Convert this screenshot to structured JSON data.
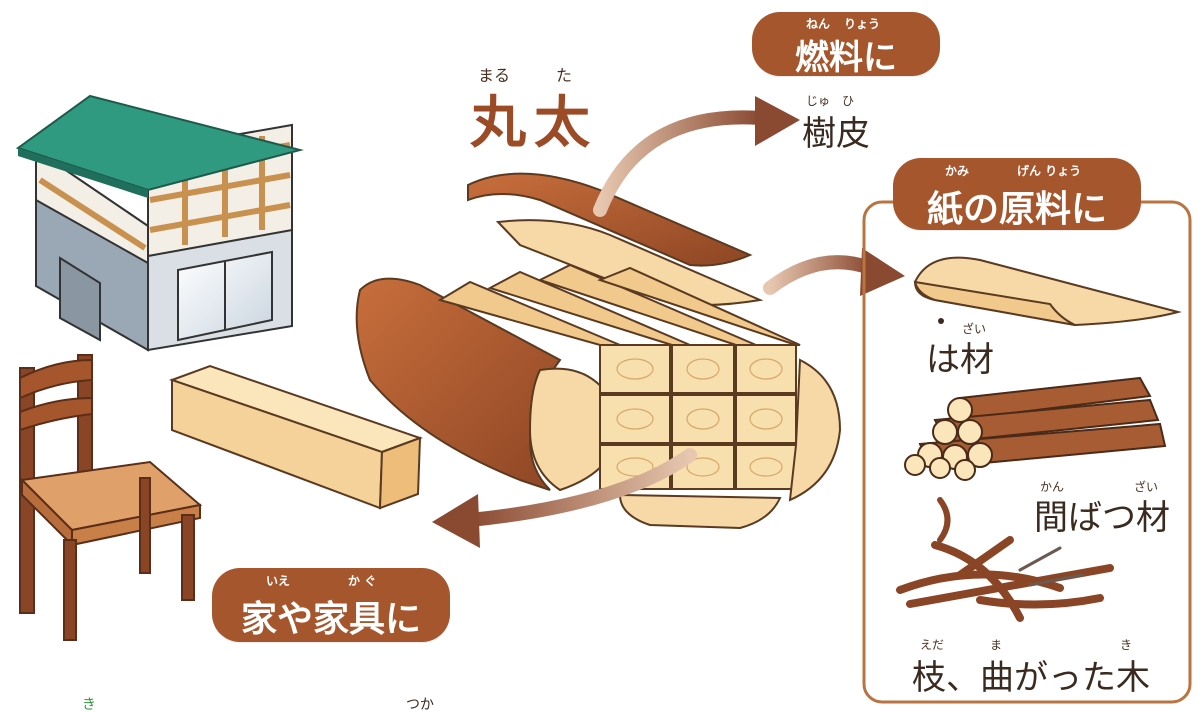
{
  "title": {
    "text": "丸太",
    "ruby_left": "まる",
    "ruby_right": "た"
  },
  "fuel": {
    "pill_text": "燃料に",
    "pill_ruby_1": "ねん",
    "pill_ruby_2": "りょう",
    "item": {
      "text": "樹皮",
      "ruby": "じゅ　ひ"
    }
  },
  "paper": {
    "pill_text": "紙の原料に",
    "pill_ruby_1": "かみ",
    "pill_ruby_2": "げん りょう",
    "items": [
      {
        "text": "は材",
        "ruby": "ざい"
      },
      {
        "text": "間ばつ材",
        "ruby_1": "かん",
        "ruby_2": "ざい"
      },
      {
        "text": "枝、曲がった木",
        "ruby_1": "えだ",
        "ruby_2": "ま",
        "ruby_3": "き"
      }
    ]
  },
  "house": {
    "pill_text": "家や家具に",
    "pill_ruby_1": "いえ",
    "pill_ruby_2": "か ぐ"
  },
  "footer": {
    "fragment_1": "き",
    "fragment_2": "つか"
  },
  "colors": {
    "pill": "#a5562c",
    "arrow": "#8a4a32",
    "wood_light": "#f6d9a6",
    "bark": "#a5562c",
    "roof": "#2f9a80",
    "panel_border": "#b9743f"
  }
}
